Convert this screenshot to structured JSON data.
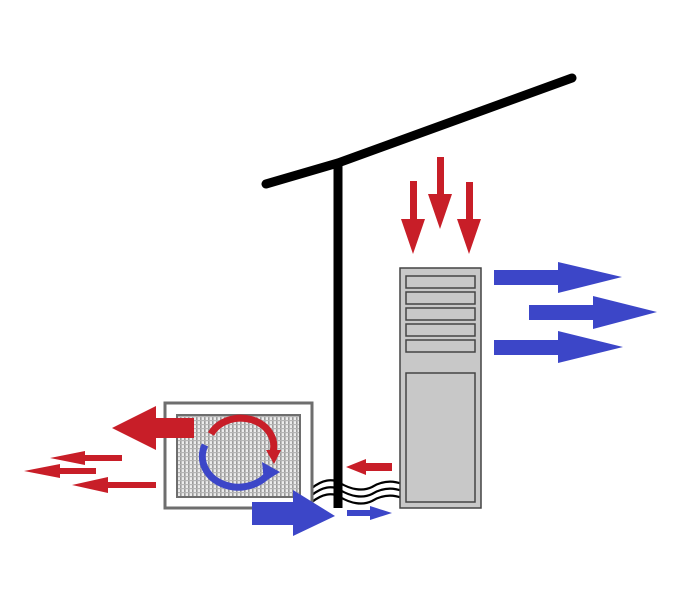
{
  "colors": {
    "background": "#ffffff",
    "hot": "#c81e28",
    "cold": "#3c46c8",
    "structure": "#000000",
    "unit_frame": "#6e6e6e",
    "unit_grille": "#a8a8a8",
    "tower_fill": "#c8c8c8",
    "tower_stroke": "#444444"
  },
  "icons": {
    "roof": "roof-line",
    "wall": "wall-line",
    "outdoor_unit": "condenser-unit-icon",
    "indoor_unit": "tower-unit-icon",
    "pipes": "refrigerant-pipes",
    "cycle": "heat-cycle-icon"
  }
}
